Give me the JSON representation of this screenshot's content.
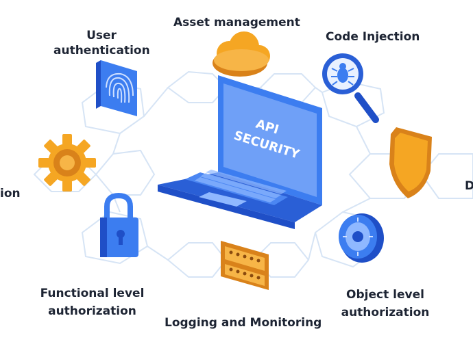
{
  "center": {
    "screen_line1": "API",
    "screen_line2": "SECURITY"
  },
  "nodes": {
    "asset_management": "Asset management",
    "user_auth_line1": "User",
    "user_auth_line2": "authentication",
    "code_injection": "Code Injection",
    "left_partial": "ion",
    "right_partial": "D",
    "functional_line1": "Functional level",
    "functional_line2": "authorization",
    "object_line1": "Object level",
    "object_line2": "authorization",
    "logging": "Logging and Monitoring"
  },
  "colors": {
    "primary_blue": "#3c7df0",
    "dark_blue": "#1f4fc7",
    "light_blue": "#8fb8ff",
    "orange": "#f5a623",
    "dark_orange": "#d9821a",
    "hex_line": "#d6e4f5",
    "text": "#1d2433"
  },
  "icons": [
    "fingerprint-icon",
    "cloud-icon",
    "magnifier-bug-icon",
    "gear-icon",
    "shield-icon",
    "padlock-icon",
    "password-field-icon",
    "combination-lock-icon",
    "laptop-icon"
  ]
}
